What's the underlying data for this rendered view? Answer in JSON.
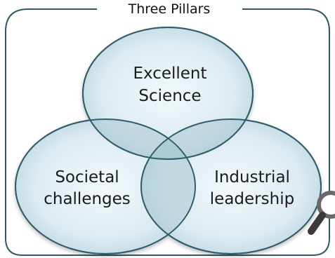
{
  "frame": {
    "title": "Three Pillars"
  },
  "pillars": [
    {
      "name": "excellent-science",
      "lines": [
        "Excellent",
        "Science"
      ]
    },
    {
      "name": "societal-challenges",
      "lines": [
        "Societal",
        "challenges"
      ]
    },
    {
      "name": "industrial-leadership",
      "lines": [
        "Industrial",
        "leadership"
      ]
    }
  ],
  "colors": {
    "frame_stroke": "#2b5b66",
    "circle_stroke": "#2f5f6b",
    "circle_fill_center": "#eef6f9",
    "circle_fill_edge": "#bcd6e0",
    "overlap_fill": "#9fc2cf",
    "text": "#1b1b1b"
  },
  "icons": {
    "corner": "magnifier-icon"
  }
}
